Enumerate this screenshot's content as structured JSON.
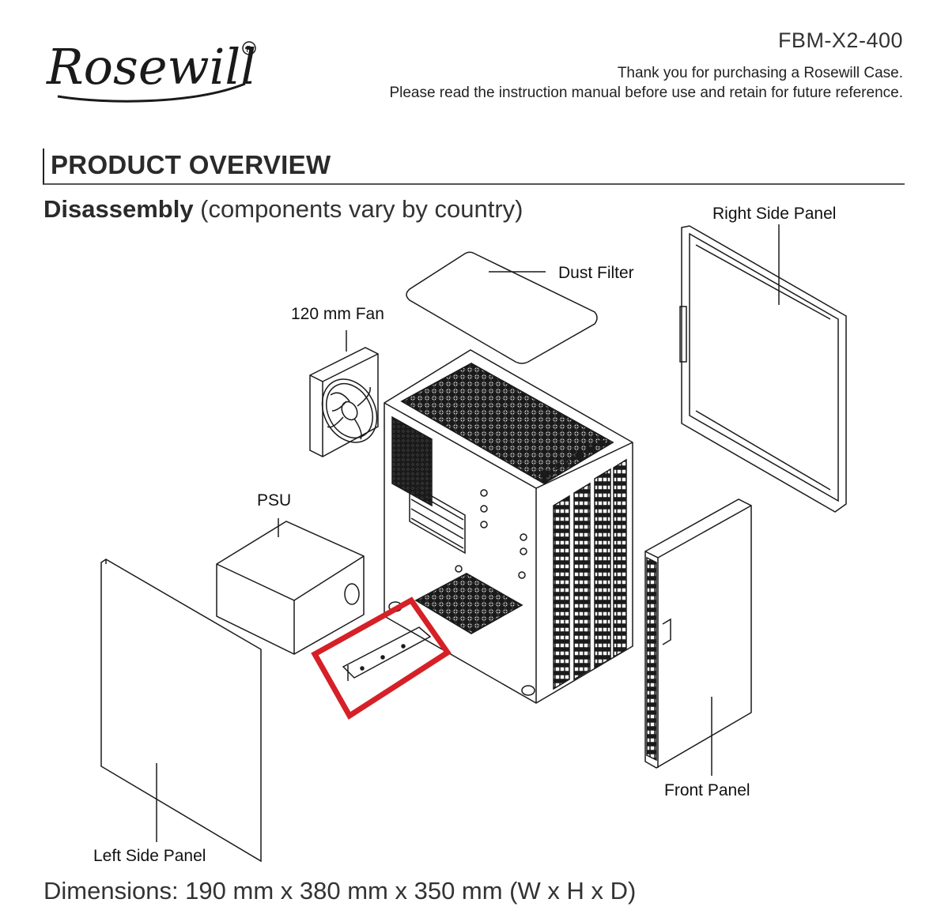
{
  "header": {
    "logo_text": "Rosewill",
    "model": "FBM-X2-400",
    "thanks_line1": "Thank you for purchasing a Rosewill Case.",
    "thanks_line2": "Please read the instruction manual before use and retain for future reference."
  },
  "section": {
    "title": "PRODUCT OVERVIEW",
    "subheading_bold": "Disassembly",
    "subheading_rest": " (components vary by country)"
  },
  "labels": {
    "right_side_panel": "Right Side Panel",
    "dust_filter": "Dust Filter",
    "fan": "120 mm Fan",
    "psu": "PSU",
    "front_panel": "Front Panel",
    "left_side_panel": "Left Side Panel"
  },
  "footer": {
    "dimensions": "Dimensions: 190 mm x 380 mm x 350 mm (W x H x D)"
  },
  "colors": {
    "highlight": "#d62027",
    "line": "#1a1a1a"
  }
}
